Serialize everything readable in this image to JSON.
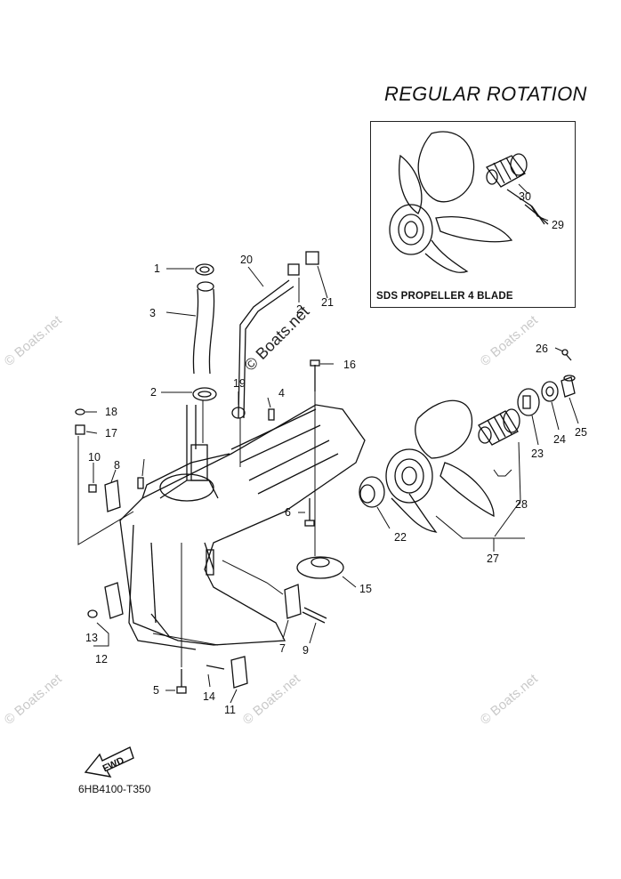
{
  "title": "REGULAR ROTATION",
  "inset_caption": "SDS PROPELLER 4 BLADE",
  "diagram_code": "6HB4100-T350",
  "direction_label": "FWD",
  "watermark": "© Boats.net",
  "part_numbers": [
    "1",
    "2",
    "3",
    "4",
    "5",
    "6",
    "7",
    "8",
    "9",
    "10",
    "11",
    "12",
    "13",
    "14",
    "15",
    "16",
    "17",
    "18",
    "19",
    "20",
    "2",
    "21",
    "22",
    "23",
    "24",
    "25",
    "26",
    "27",
    "28",
    "29",
    "30"
  ]
}
